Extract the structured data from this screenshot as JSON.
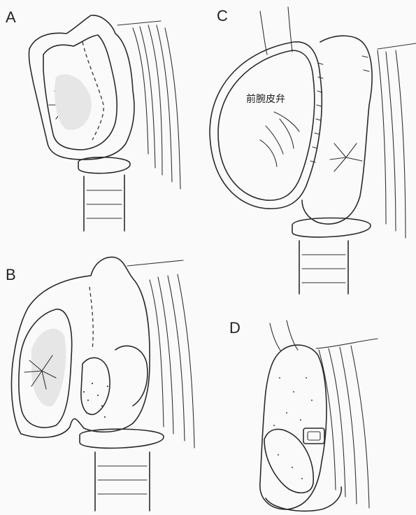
{
  "panels": [
    {
      "id": "A",
      "letter": "A"
    },
    {
      "id": "B",
      "letter": "B"
    },
    {
      "id": "C",
      "letter": "C",
      "flap_label": "前腕皮弁"
    },
    {
      "id": "D",
      "letter": "D"
    }
  ],
  "colors": {
    "line": "#2a2a2a",
    "background": "#fafafa",
    "shading": "#e6e6e6"
  }
}
